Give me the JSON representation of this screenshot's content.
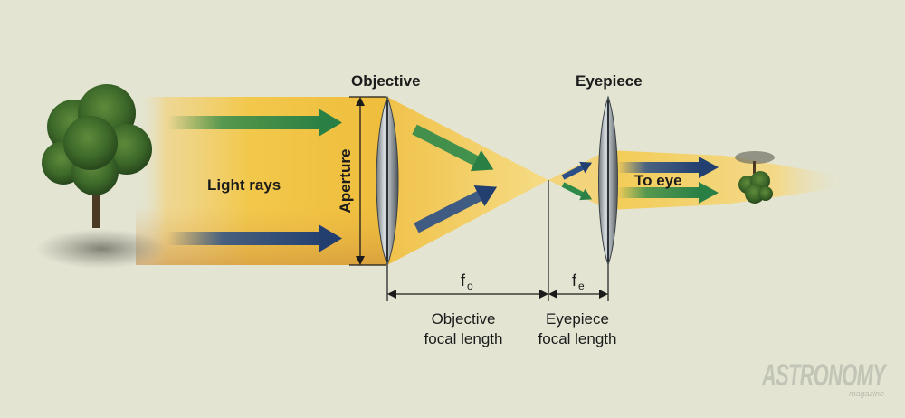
{
  "labels": {
    "objective": "Objective",
    "eyepiece": "Eyepiece",
    "aperture": "Aperture",
    "light_rays": "Light rays",
    "to_eye": "To eye",
    "fo_symbol": "f",
    "fo_subscript": "o",
    "fe_symbol": "f",
    "fe_subscript": "e",
    "objective_focal_line1": "Objective",
    "objective_focal_line2": "focal length",
    "eyepiece_focal_line1": "Eyepiece",
    "eyepiece_focal_line2": "focal length"
  },
  "logo": {
    "name": "ASTRONOMY",
    "tagline": "magazine"
  },
  "colors": {
    "background": "#e3e4d2",
    "beam": "#f2c84b",
    "green_arrow": "#2f8a4a",
    "blue_arrow": "#2b4f86",
    "lens": "#9aa3a8"
  }
}
